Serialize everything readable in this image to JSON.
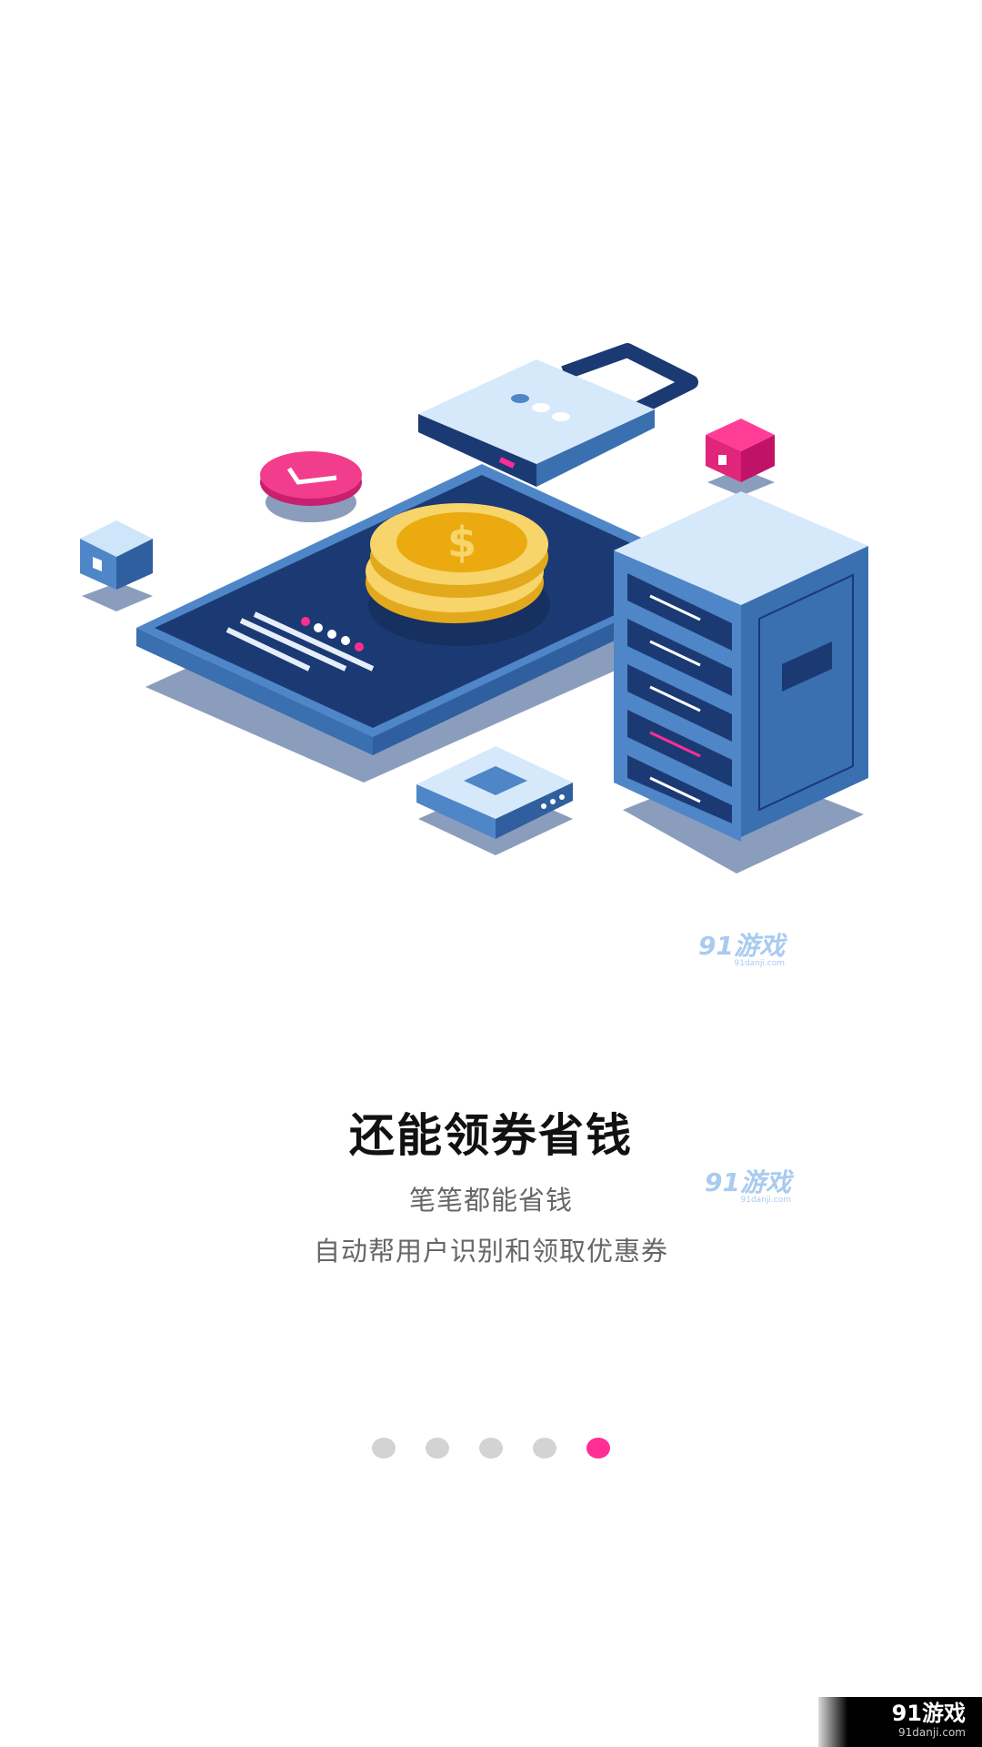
{
  "onboarding": {
    "title": "还能领券省钱",
    "subtitle_line1": "笔笔都能省钱",
    "subtitle_line2": "自动帮用户识别和领取优惠券",
    "page_count": 5,
    "active_page": 5
  },
  "watermark": {
    "brand": "91游戏",
    "domain": "91danji.com"
  },
  "colors": {
    "accent": "#ff2e96",
    "dot_inactive": "#d3d3d3",
    "navy": "#1b3a73",
    "blue": "#3a6fb0",
    "light_blue": "#cfe5fa",
    "gold": "#f2c23a"
  }
}
